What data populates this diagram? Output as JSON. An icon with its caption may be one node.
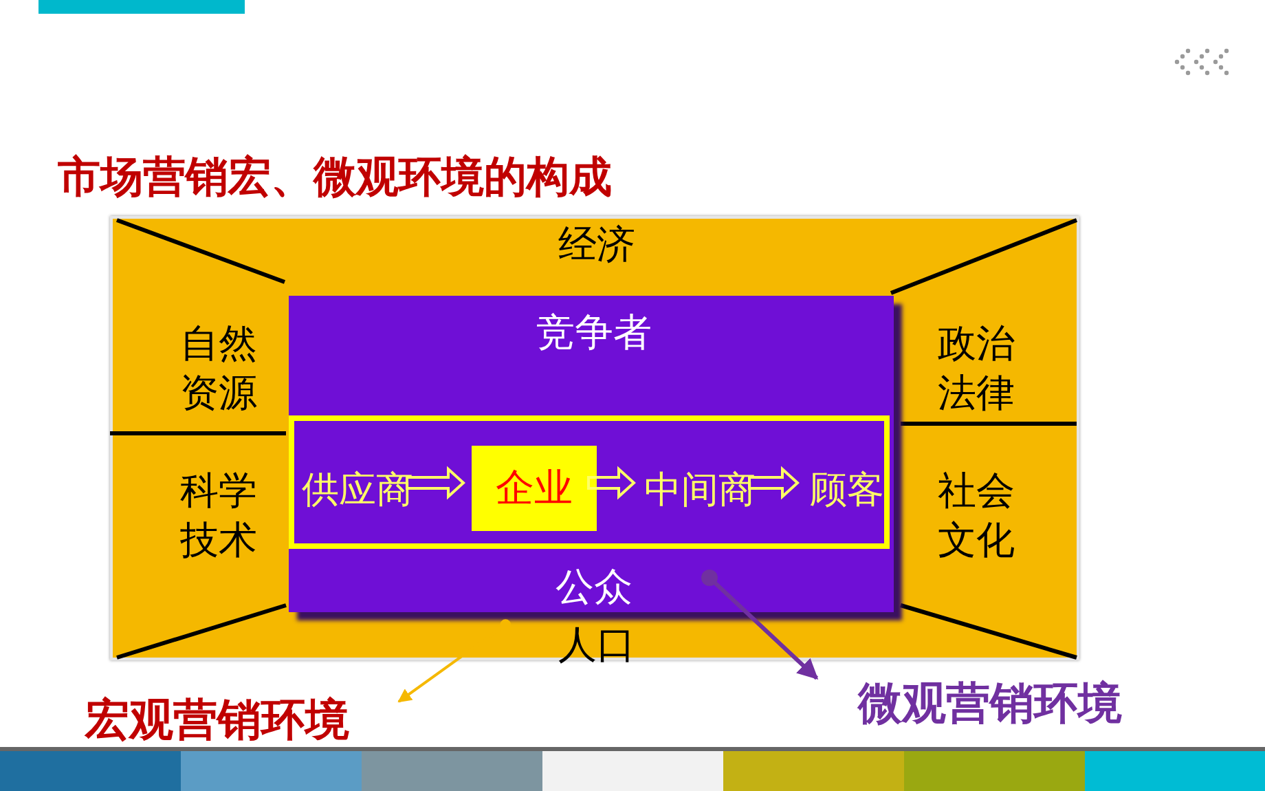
{
  "diagram": {
    "title": "市场营销宏、微观环境的构成",
    "nodes": [
      {
        "text": [
          "经济",
          "自然资源",
          "政治法律",
          "科学技术",
          "社会文化",
          "人口"
        ]
      },
      {
        "text": [
          "竞争者",
          "公众"
        ],
        "in": 0
      },
      {
        "text": [],
        "shape": "box",
        "in": 1
      },
      {
        "text": [
          "供应商"
        ],
        "in": 2
      },
      {
        "text": [
          "企业"
        ],
        "in": 2
      },
      {
        "text": [
          "中间商"
        ],
        "in": 2
      },
      {
        "text": [
          "顾客"
        ],
        "in": 2
      },
      {
        "text": [
          "宏观营销环境"
        ]
      },
      {
        "text": [
          "微观营销环境"
        ]
      }
    ],
    "edges": [
      {
        "from": 3,
        "to": 4,
        "arrow": "to",
        "color": "#ffff66"
      },
      {
        "from": 4,
        "to": 5,
        "arrow": "to",
        "color": "#ffff66"
      },
      {
        "from": 5,
        "to": 6,
        "arrow": "to",
        "color": "#ffff66"
      },
      {
        "from": 0,
        "to": 7,
        "arrow": "to",
        "color": "#f5b800"
      },
      {
        "from": 1,
        "to": 8,
        "arrow": "to",
        "color": "#7030a0"
      }
    ]
  }
}
